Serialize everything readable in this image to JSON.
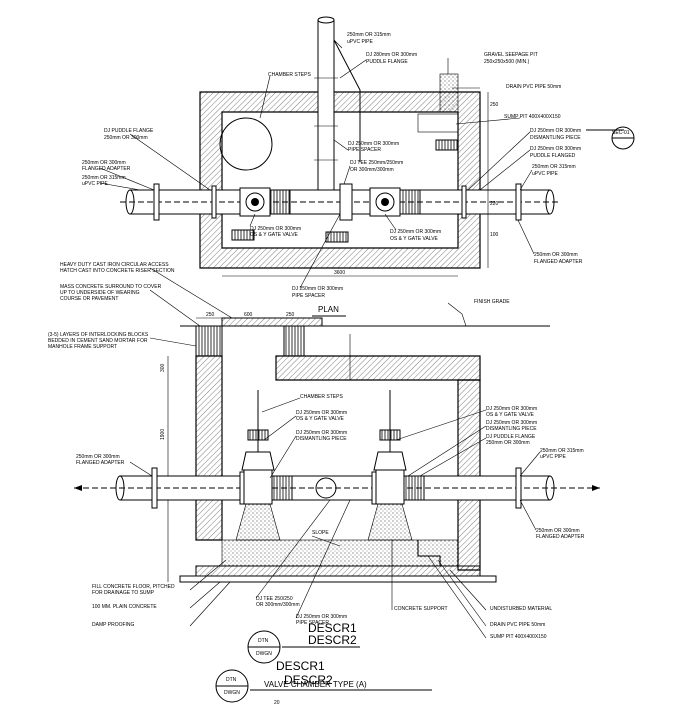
{
  "plan": {
    "title": "PLAN",
    "dim_width": "3600",
    "section_ref": "SEC-01",
    "labels": {
      "riser_pipe": "250mm OR 315mm",
      "riser_pipe_sub": "uPVC PIPE",
      "puddle_top": "DJ 280mm OR 300mm",
      "puddle_top_sub": "PUDDLE FLANGE",
      "gravel": "GRAVEL SEEPAGE PIT",
      "gravel_sub": "250x250x500 (MIN.)",
      "chamber_steps": "CHAMBER STEPS",
      "drain_pvc": "DRAIN PVC PIPE 50mm",
      "sump_pit": "SUMP PIT 400X400X150",
      "puddle_left": "DJ PUDDLE FLANGE",
      "puddle_left_sub": "250mm OR 300mm",
      "flanged_left": "250mm OR 300mm",
      "flanged_left_sub": "FLANGED ADAPTER",
      "upvc_left": "250mm OR 315mm",
      "upvc_left_sub": "uPVC PIPE",
      "pipe_spacer_top": "DJ 250mm OR 300mm",
      "pipe_spacer_top_sub": "PIPE SPACER",
      "tee": "DJ TEE 250mm/250mm",
      "tee_sub": "OR 300mm/300mm",
      "dismantling": "DJ 250mm OR 300mm",
      "dismantling_sub": "DISMANTLING PIECE",
      "puddle_right": "DJ 250mm OR 300mm",
      "puddle_right_sub": "PUDDLE FLANGED",
      "upvc_right": "250mm OR 315mm",
      "upvc_right_sub": "uPVC PIPE",
      "gate_left": "DJ 250mm OR 300mm",
      "gate_left_sub": "OS & Y GATE VALVE",
      "gate_right": "DJ 250mm OR 300mm",
      "gate_right_sub": "OS & Y GATE VALVE",
      "flanged_right": "250mm OR 300mm",
      "flanged_right_sub": "FLANGED ADAPTER",
      "spacer_bottom": "DJ 250mm OR 300mm",
      "spacer_bottom_sub": "PIPE SPACER"
    }
  },
  "section": {
    "labels": {
      "cover": "HEAVY DUTY CAST IRON CIRCULAR ACCESS",
      "cover_sub": "HATCH CAST INTO CONCRETE RISER SECTION",
      "mass": "MASS CONCRETE SURROUND TO COVER",
      "mass_sub": "UP TO UNDERSIDE OF WEARING",
      "mass_sub2": "COURSE OR PAVEMENT",
      "blocks": "(3-5) LAYERS OF INTERLOCKING BLOCKS",
      "blocks_sub": "BEDDED IN CEMENT SAND MORTAR FOR",
      "blocks_sub2": "MANHOLE FRAME SUPPORT",
      "finish": "FINISH GRADE",
      "chamber_steps": "CHAMBER STEPS",
      "gate": "DJ 250mm OR 300mm",
      "gate_sub": "OS & Y GATE VALVE",
      "dismantling": "DJ 250mm OR 300mm",
      "dismantling_sub": "DISMANTLING PIECE",
      "r_gate": "DJ 250mm OR 300mm",
      "r_gate_sub": "OS & Y GATE VALVE",
      "r_dismantling": "DJ 250mm OR 300mm",
      "r_dismantling_sub": "DISMANTLING PIECE",
      "r_puddle": "DJ PUDDLE FLANGE",
      "r_puddle_sub": "250mm OR 300mm",
      "upvc_right": "250mm OR 315mm",
      "upvc_right_sub": "uPVC PIPE",
      "flanged_left": "250mm OR 300mm",
      "flanged_left_sub": "FLANGED ADAPTER",
      "flanged_right": "250mm OR 300mm",
      "flanged_right_sub": "FLANGED ADAPTER",
      "slope": "SLOPE",
      "fill": "FILL CONCRETE FLOOR, PITCHED",
      "fill_sub": "FOR DRAINAGE TO SUMP",
      "plain": "100 MM. PLAIN CONCRETE",
      "damp": "DAMP PROOFING",
      "tee": "DJ TEE 250/250",
      "tee_sub": "OR 300mm/300mm",
      "spacer": "DJ 250mm OR 300mm",
      "spacer_sub": "PIPE SPACER",
      "concrete_support": "CONCRETE SUPPORT",
      "undisturbed": "UNDISTURBED MATERIAL",
      "drain_pvc": "DRAIN PVC PIPE 50mm",
      "sump_pit": "SUMP PIT 400X400X150",
      "dim_a": "250",
      "dim_b": "600",
      "dim_c": "250"
    }
  },
  "title_block": {
    "dtn_1": "DTN",
    "dwgn_1": "DWGN",
    "descr1": "DESCR1",
    "descr2": "DESCR2",
    "dtn_2": "DTN",
    "dwgn_2": "DWGN",
    "descr1_b": "DESCR1",
    "title": "VALVE CHAMBER TYPE (A)",
    "descr2_b": "DESCR2",
    "scale_note": "20"
  }
}
